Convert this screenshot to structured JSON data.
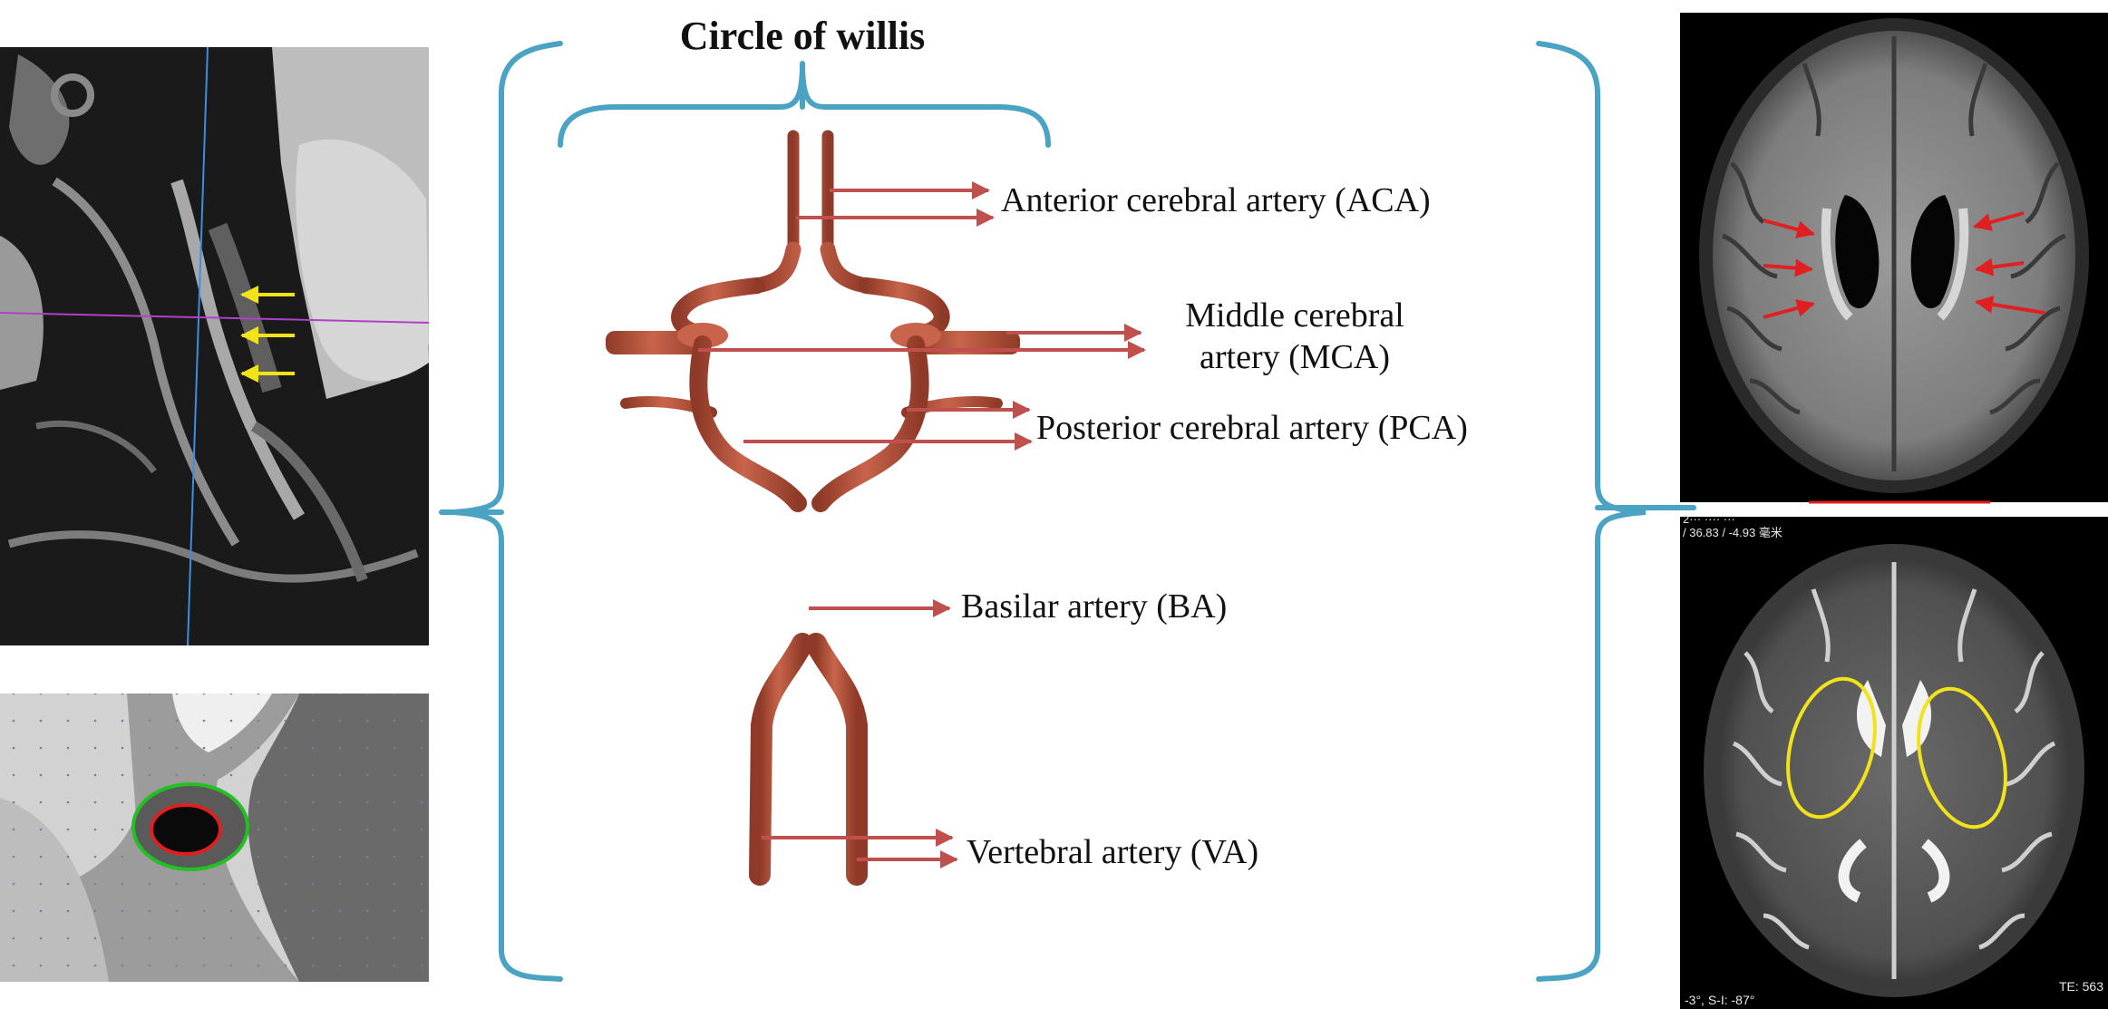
{
  "diagram": {
    "title": "Circle of willis",
    "labels": {
      "aca": "Anterior cerebral artery (ACA)",
      "mca_line1": "Middle cerebral",
      "mca_line2": "artery (MCA)",
      "pca": "Posterior cerebral artery (PCA)",
      "ba": "Basilar artery (BA)",
      "va": "Vertebral artery (VA)"
    }
  },
  "mri_bottom_right": {
    "overlay_top_line1": "2··· ···· ···",
    "overlay_top_line2": "/ 36.83 / -4.93 毫米",
    "overlay_bottom_left": "-3°, S-I: -87°",
    "overlay_bottom_right": "TE: 563"
  },
  "colors": {
    "bracket": "#4aa3c2",
    "arrow": "#c0504d",
    "artery": "#b9523c",
    "yellow_marker": "#f2e21a",
    "red_marker": "#e02020",
    "green_contour": "#22c022"
  }
}
